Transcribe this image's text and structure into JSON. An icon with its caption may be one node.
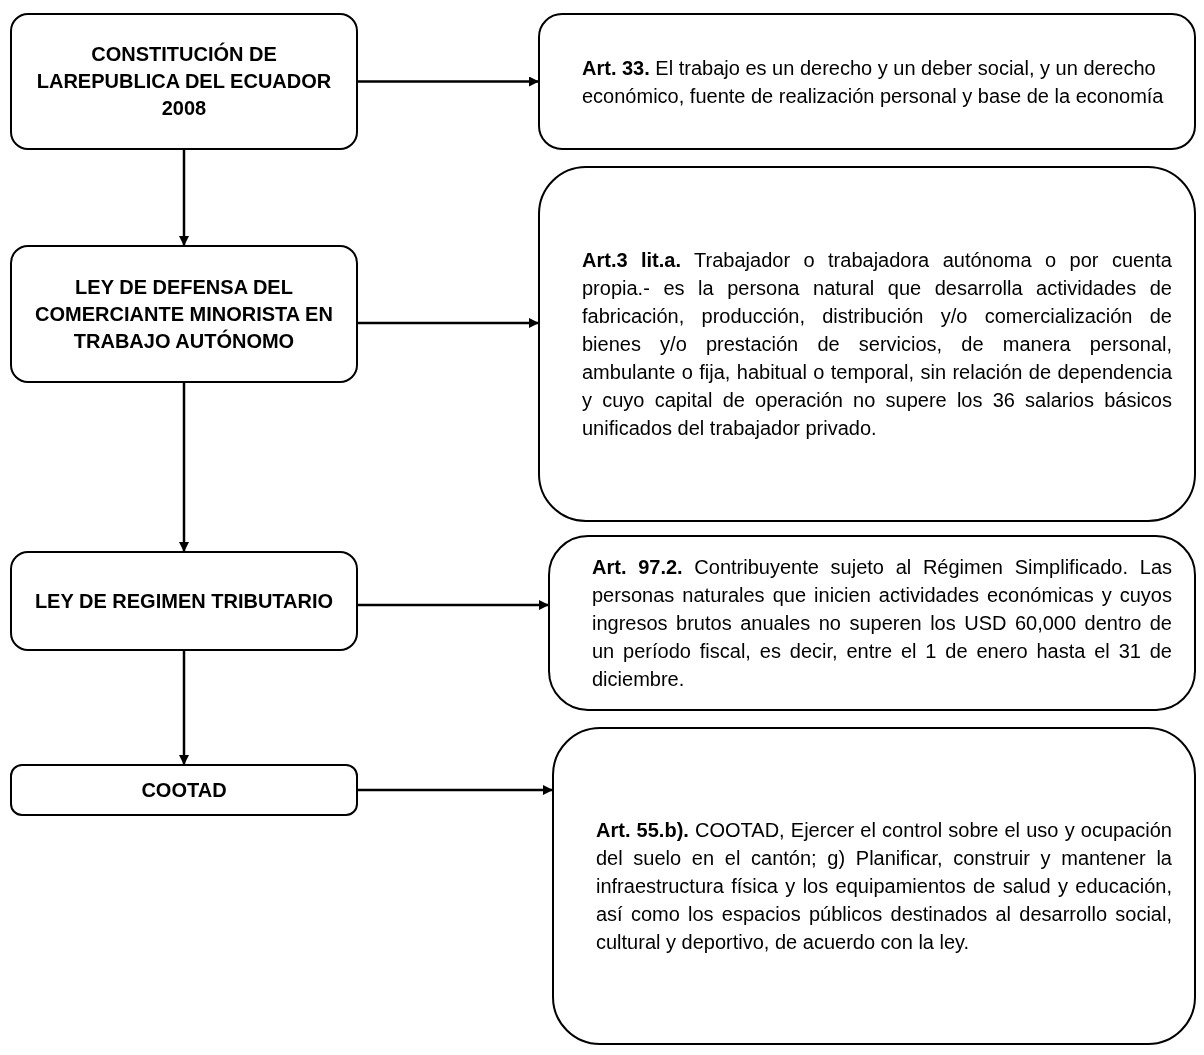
{
  "diagram": {
    "nodes": [
      {
        "text": [
          "CONSTITUCIÓN DE LAREPUBLICA DEL ECUADOR 2008"
        ]
      },
      {
        "text": [
          "**Art. 33.** El trabajo es un derecho y un deber social, y un derecho económico, fuente de realización personal y base de la economía"
        ]
      },
      {
        "text": [
          "LEY DE DEFENSA DEL COMERCIANTE MINORISTA EN TRABAJO AUTÓNOMO"
        ]
      },
      {
        "text": [
          "**Art.3 lit.a.** Trabajador o trabajadora autónoma o por cuenta propia.- es la persona natural que desarrolla actividades de fabricación, producción, distribución y/o comercialización de bienes y/o prestación de servicios, de manera personal, ambulante o fija, habitual o temporal, sin relación de dependencia y cuyo capital de operación no supere los 36 salarios básicos unificados del trabajador privado."
        ]
      },
      {
        "text": [
          "LEY DE REGIMEN TRIBUTARIO"
        ]
      },
      {
        "text": [
          "**Art. 97.2.** Contribuyente sujeto al Régimen Simplificado. Las personas naturales que inicien actividades económicas y cuyos ingresos brutos anuales no superen los USD 60,000 dentro de un período fiscal, es decir, entre el 1 de enero hasta el 31 de diciembre."
        ]
      },
      {
        "text": [
          "COOTAD"
        ]
      },
      {
        "text": [
          "**Art. 55.b).** COOTAD, Ejercer el control sobre el uso y ocupación del suelo en el cantón; g) Planificar, construir y mantener la infraestructura física y los equipamientos de salud y educación, así como los espacios públicos destinados al desarrollo social, cultural y deportivo, de acuerdo con la ley."
        ]
      }
    ],
    "edges": [
      {
        "from": 0,
        "to": 1,
        "arrow": "to"
      },
      {
        "from": 0,
        "to": 2,
        "arrow": "to"
      },
      {
        "from": 2,
        "to": 3,
        "arrow": "to"
      },
      {
        "from": 2,
        "to": 4,
        "arrow": "to"
      },
      {
        "from": 4,
        "to": 5,
        "arrow": "to"
      },
      {
        "from": 4,
        "to": 6,
        "arrow": "to"
      },
      {
        "from": 6,
        "to": 7,
        "arrow": "to"
      }
    ]
  }
}
